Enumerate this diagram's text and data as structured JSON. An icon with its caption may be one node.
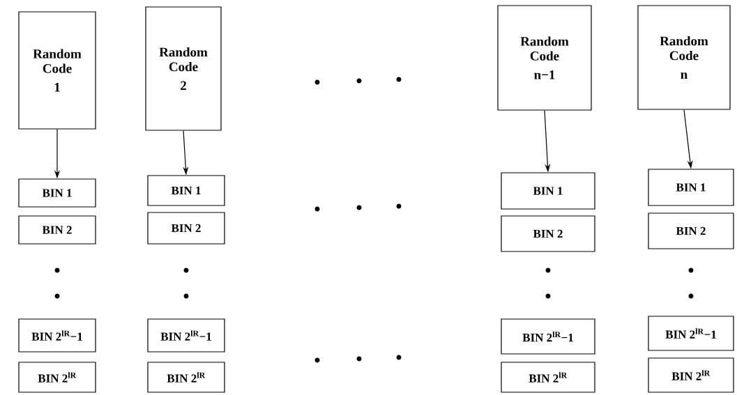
{
  "diagram": {
    "nodes": [
      {
        "text": [
          "Random Code",
          "1"
        ]
      },
      {
        "text": [
          "BIN 1"
        ]
      },
      {
        "text": [
          "BIN 2"
        ]
      },
      {
        "text": [
          "BIN 2$^{lR}$−1"
        ]
      },
      {
        "text": [
          "BIN 2$^{lR}$"
        ]
      },
      {
        "text": [
          "Random Code",
          "2"
        ]
      },
      {
        "text": [
          "BIN 1"
        ]
      },
      {
        "text": [
          "BIN 2"
        ]
      },
      {
        "text": [
          "BIN 2$^{lR}$−1"
        ]
      },
      {
        "text": [
          "BIN 2$^{lR}$"
        ]
      },
      {
        "text": [
          "Random Code",
          "n−1"
        ]
      },
      {
        "text": [
          "BIN 1"
        ]
      },
      {
        "text": [
          "BIN 2"
        ]
      },
      {
        "text": [
          "BIN 2$^{lR}$−1"
        ]
      },
      {
        "text": [
          "BIN 2$^{lR}$"
        ]
      },
      {
        "text": [
          "Random Code",
          "n"
        ]
      },
      {
        "text": [
          "BIN 1"
        ]
      },
      {
        "text": [
          "BIN 2"
        ]
      },
      {
        "text": [
          "BIN 2$^{lR}$−1"
        ]
      },
      {
        "text": [
          "BIN 2$^{lR}$"
        ]
      }
    ],
    "edges": [
      {
        "from": 0,
        "to": 1,
        "arrow": "to"
      },
      {
        "from": 5,
        "to": 6,
        "arrow": "to"
      },
      {
        "from": 10,
        "to": 11,
        "arrow": "to"
      },
      {
        "from": 15,
        "to": 16,
        "arrow": "to"
      }
    ]
  }
}
